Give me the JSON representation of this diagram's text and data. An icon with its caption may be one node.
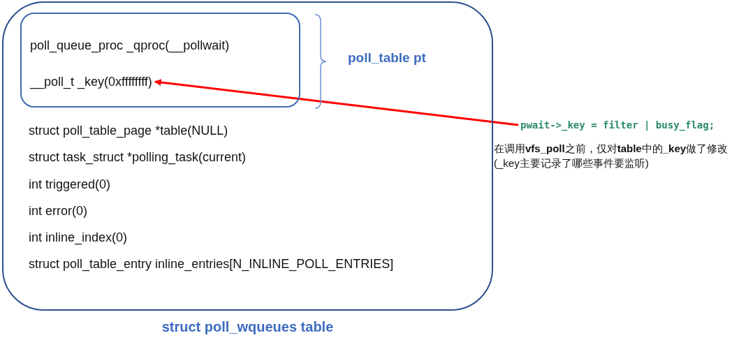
{
  "diagram": {
    "nodes": [
      {
        "text": [
          "struct poll_wqueues table"
        ]
      },
      {
        "text": [],
        "shape": "box",
        "in": 0,
        "beside": [
          "poll_table pt"
        ]
      },
      {
        "text": [
          "poll_queue_proc _qproc(__pollwait)"
        ],
        "in": 1
      },
      {
        "text": [
          "__poll_t _key(0xffffffff)"
        ],
        "in": 1
      },
      {
        "text": [
          "struct poll_table_page *table(NULL)"
        ],
        "in": 0
      },
      {
        "text": [
          "struct task_struct *polling_task(current)"
        ],
        "in": 0
      },
      {
        "text": [
          "int triggered(0)"
        ],
        "in": 0
      },
      {
        "text": [
          "int error(0)"
        ],
        "in": 0
      },
      {
        "text": [
          "int inline_index(0)"
        ],
        "in": 0
      },
      {
        "text": [
          "struct poll_table_entry inline_entries[N_INLINE_POLL_ENTRIES]"
        ],
        "in": 0
      },
      {
        "text": [
          "pwait->_key = filter | busy_flag;"
        ]
      }
    ],
    "edges": [
      {
        "from": 10,
        "to": 3,
        "arrow": "to",
        "color": "#ff0000"
      }
    ],
    "labels": [
      "在调用**vfs_poll**之前，仅对**table**中的**_key**做了修改(_key主要记录了哪些事件要监听)"
    ]
  }
}
